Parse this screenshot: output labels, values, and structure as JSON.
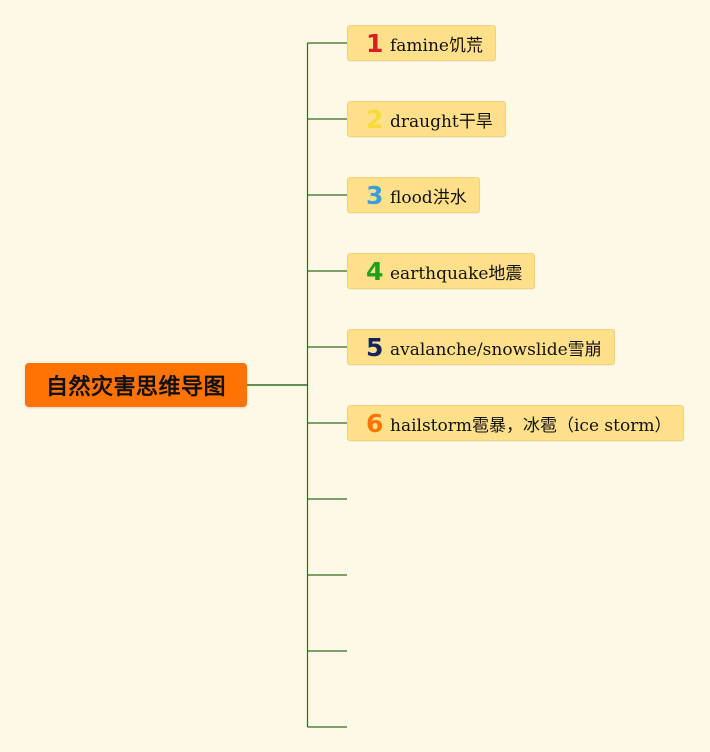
{
  "root": {
    "label": "自然灾害思维导图"
  },
  "topics": [
    {
      "number": "1",
      "label": "famine饥荒",
      "color": "#d81f1f"
    },
    {
      "number": "2",
      "label": "draught干旱",
      "color": "#f5dc3b"
    },
    {
      "number": "3",
      "label": "flood洪水",
      "color": "#3a9fd8"
    },
    {
      "number": "4",
      "label": "earthquake地震",
      "color": "#1f9e1f"
    },
    {
      "number": "5",
      "label": "avalanche/snowslide雪崩",
      "color": "#14235c"
    },
    {
      "number": "6",
      "label": "hailstorm雹暴，冰雹（ice storm）",
      "color": "#ff7304"
    }
  ],
  "empty_branches": 4,
  "colors": {
    "background": "#fef8e6",
    "root_fill": "#ff7304",
    "topic_fill": "#ffe08a",
    "connector": "#2e6b1e"
  }
}
